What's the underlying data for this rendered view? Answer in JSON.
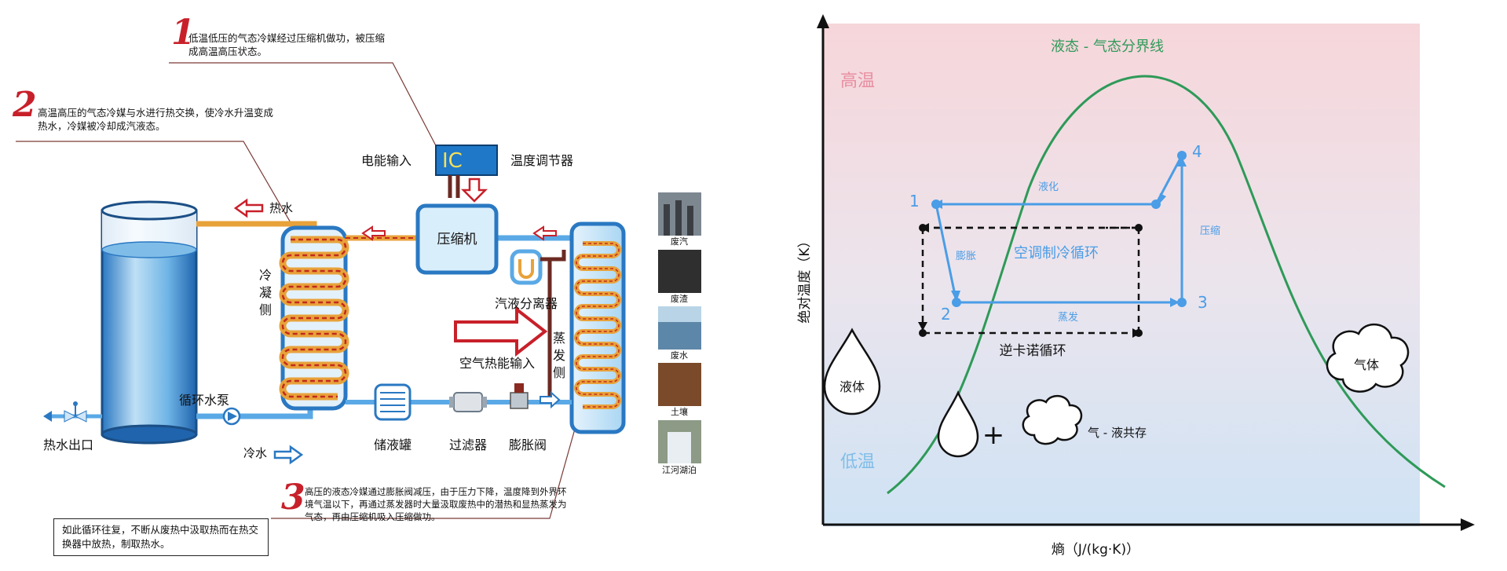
{
  "left": {
    "notes": {
      "n1": {
        "num": "1",
        "text": "低温低压的气态冷媒经过压缩机做功，被压缩成高温高压状态。"
      },
      "n2": {
        "num": "2",
        "text": "高温高压的气态冷媒与水进行热交换，使冷水升温变成热水，冷媒被冷却成汽液态。"
      },
      "n3": {
        "num": "3",
        "text": "高压的液态冷媒通过膨胀阀减压，由于压力下降，温度降到外界环境气温以下，再通过蒸发器时大量汲取废热中的潜热和显热蒸发为气态，再由压缩机吸入压缩做功。"
      },
      "cycle": "如此循环往复，不断从废热中汲取热而在热交换器中放热，制取热水。"
    },
    "labels": {
      "power_input": "电能输入",
      "ic": "IC",
      "thermostat": "温度调节器",
      "hot_water": "热水",
      "compressor": "压缩机",
      "separator": "汽液分离器",
      "condenser_side": "冷凝侧",
      "evaporator_side": "蒸发侧",
      "air_heat_input": "空气热能输入",
      "pump": "循环水泵",
      "cold_water": "冷水",
      "hot_outlet": "热水出口",
      "receiver": "储液罐",
      "filter": "过滤器",
      "expansion_valve": "膨胀阀"
    },
    "sources": [
      "废汽",
      "废渣",
      "废水",
      "土壤",
      "江河湖泊"
    ],
    "colors": {
      "hot_pipe": "#e8a23a",
      "hot_core": "#c22a1d",
      "cold_pipe": "#5aa9e6",
      "arrow_red": "#c8202a"
    }
  },
  "right": {
    "labels": {
      "curve_title": "液态 - 气态分界线",
      "high_temp": "高温",
      "low_temp": "低温",
      "y_axis": "绝对温度（K）",
      "x_axis": "熵（J/(kg·K)）",
      "liquid": "液体",
      "gas": "气体",
      "coexist": "气 - 液共存",
      "plus": "+",
      "cycle_center": "空调制冷循环",
      "reverse_carnot": "逆卡诺循环",
      "liquefy": "液化",
      "expand": "膨胀",
      "evaporate": "蒸发",
      "compress": "压缩",
      "p1": "1",
      "p2": "2",
      "p3": "3",
      "p4": "4"
    },
    "colors": {
      "cycle_blue": "#4a9de6",
      "curve_green": "#2e9a58",
      "top_bg": "#f6d6da",
      "bottom_bg": "#cfe3f5"
    }
  }
}
